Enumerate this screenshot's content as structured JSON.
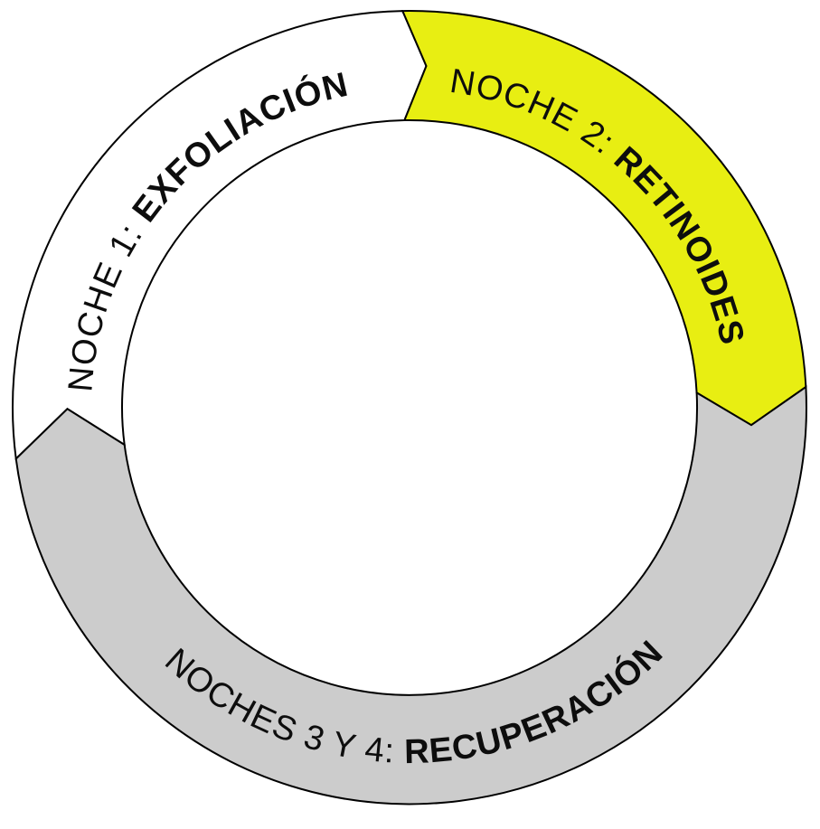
{
  "diagram": {
    "name": "cycle-ring-diagram",
    "background_color": "#ffffff",
    "outline_color": "#000000",
    "text_color": "#0d0d0d",
    "segments": [
      {
        "id": "night-1",
        "label_prefix": "NOCHE 1: ",
        "label_emphasis": "EXFOLIACIÓN",
        "color": "#ffffff"
      },
      {
        "id": "night-2",
        "label_prefix": "NOCHE 2: ",
        "label_emphasis": "RETINOIDES",
        "color": "#e8ee12"
      },
      {
        "id": "nights-3-4",
        "label_prefix": "NOCHES 3 Y 4: ",
        "label_emphasis": "RECUPERACIÓN",
        "color": "#cccccc"
      }
    ]
  }
}
